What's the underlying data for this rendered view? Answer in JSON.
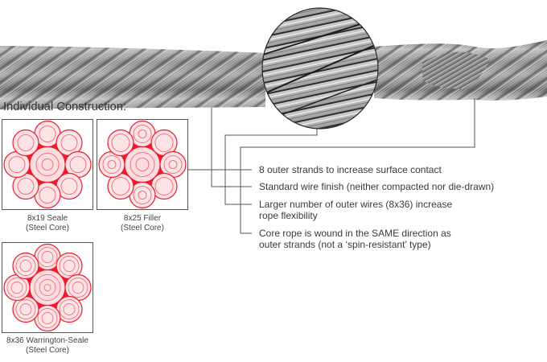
{
  "diagram": {
    "heading": "Individual Construction:",
    "colors": {
      "strand_red": "#ec1c2e",
      "strand_red_light": "#f27a86",
      "rope_gray": "#8c8c8c",
      "line_gray": "#555555",
      "text": "#3a3a3a"
    },
    "constructions": [
      {
        "name": "8x19 Seale",
        "core": "(Steel Core)"
      },
      {
        "name": "8x25 Filler",
        "core": "(Steel Core)"
      },
      {
        "name": "8x36 Warrington-Seale",
        "core": "(Steel Core)"
      }
    ],
    "callouts": [
      {
        "lines": [
          "8 outer strands to increase surface contact"
        ]
      },
      {
        "lines": [
          "Standard wire finish (neither compacted nor die-drawn)"
        ]
      },
      {
        "lines": [
          "Larger number of outer wires (8x36) increase",
          "rope flexibility"
        ]
      },
      {
        "lines": [
          "Core rope is wound in the SAME direction as",
          "outer strands (not a ‘spin-resistant’ type)"
        ]
      }
    ],
    "illustration": {
      "rope": "steel-wire-rope",
      "magnifier": "magnified-strand-detail",
      "unraveled": "exposed-core-section"
    }
  }
}
